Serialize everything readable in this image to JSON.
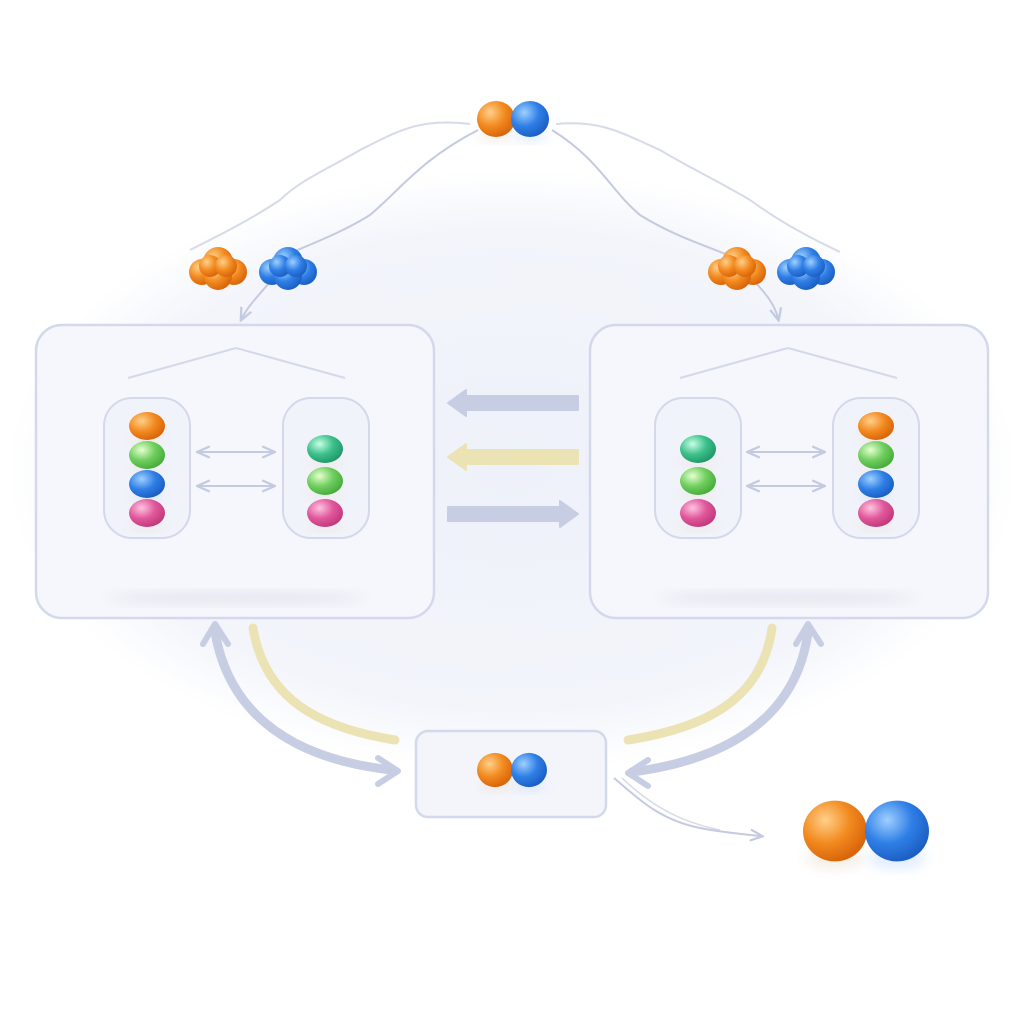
{
  "colors": {
    "background": "#ffffff",
    "halo": "#eef1f9",
    "panel_fill": "#f6f7fc",
    "panel_stroke": "#d3d8ea",
    "connector": "#c4cae0",
    "arrow": "#c7cde3",
    "arrow_highlight": "#ece3b4",
    "orange": "#f28a1f",
    "blue": "#2f7fe6",
    "green": "#6fce5e",
    "teal": "#3cc08a",
    "pink": "#e0579b"
  },
  "top_molecule": {
    "atoms": [
      "orange",
      "blue"
    ]
  },
  "left_cloud_pair": {
    "clouds": [
      "orange",
      "blue"
    ]
  },
  "right_cloud_pair": {
    "clouds": [
      "orange",
      "blue"
    ]
  },
  "left_panel": {
    "columns": [
      {
        "beads": [
          "orange",
          "green",
          "blue",
          "pink"
        ]
      },
      {
        "beads": [
          "teal",
          "green",
          "pink"
        ]
      }
    ]
  },
  "right_panel": {
    "columns": [
      {
        "beads": [
          "teal",
          "green",
          "pink"
        ]
      },
      {
        "beads": [
          "orange",
          "green",
          "blue",
          "pink"
        ]
      }
    ]
  },
  "exchange_arrows": [
    {
      "direction": "left",
      "style": "arrow"
    },
    {
      "direction": "left",
      "style": "arrow_highlight"
    },
    {
      "direction": "right",
      "style": "arrow"
    }
  ],
  "bottom_box": {
    "atoms": [
      "orange",
      "blue"
    ]
  },
  "output_molecule": {
    "atoms": [
      "orange",
      "blue"
    ]
  }
}
